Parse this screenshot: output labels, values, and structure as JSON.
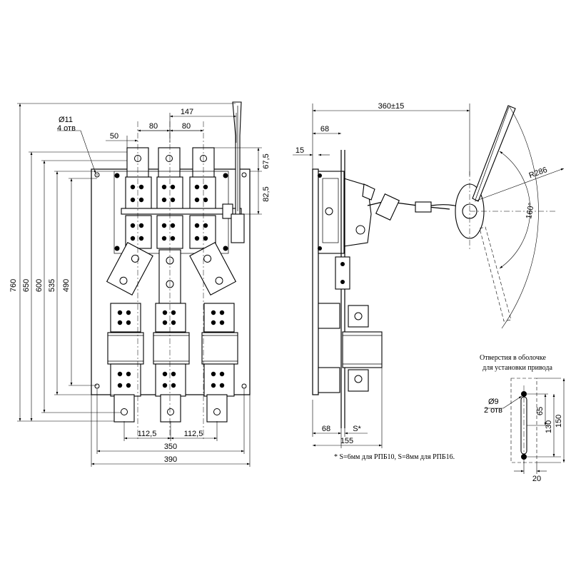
{
  "front_view": {
    "hole_note": {
      "diameter": "Ø11",
      "count": "4 отв"
    },
    "dims_top": [
      "147",
      "50",
      "80",
      "80"
    ],
    "dims_right": [
      "67,5",
      "82,5"
    ],
    "dims_left": [
      "760",
      "650",
      "600",
      "535",
      "490"
    ],
    "dims_bottom": [
      "112,5",
      "112,5",
      "350",
      "390"
    ]
  },
  "side_view": {
    "dims": [
      "360±15",
      "68",
      "15",
      "R286",
      "160°",
      "68",
      "S*",
      "155"
    ],
    "footnote": "* S=6мм для РПБ10, S=8мм для РПБ16."
  },
  "detail": {
    "caption_line1": "Отверстия в оболочке",
    "caption_line2": "для установки привода",
    "hole_note": {
      "diameter": "Ø9",
      "count": "2 отв"
    },
    "dims": [
      "65",
      "130",
      "150",
      "20"
    ]
  }
}
